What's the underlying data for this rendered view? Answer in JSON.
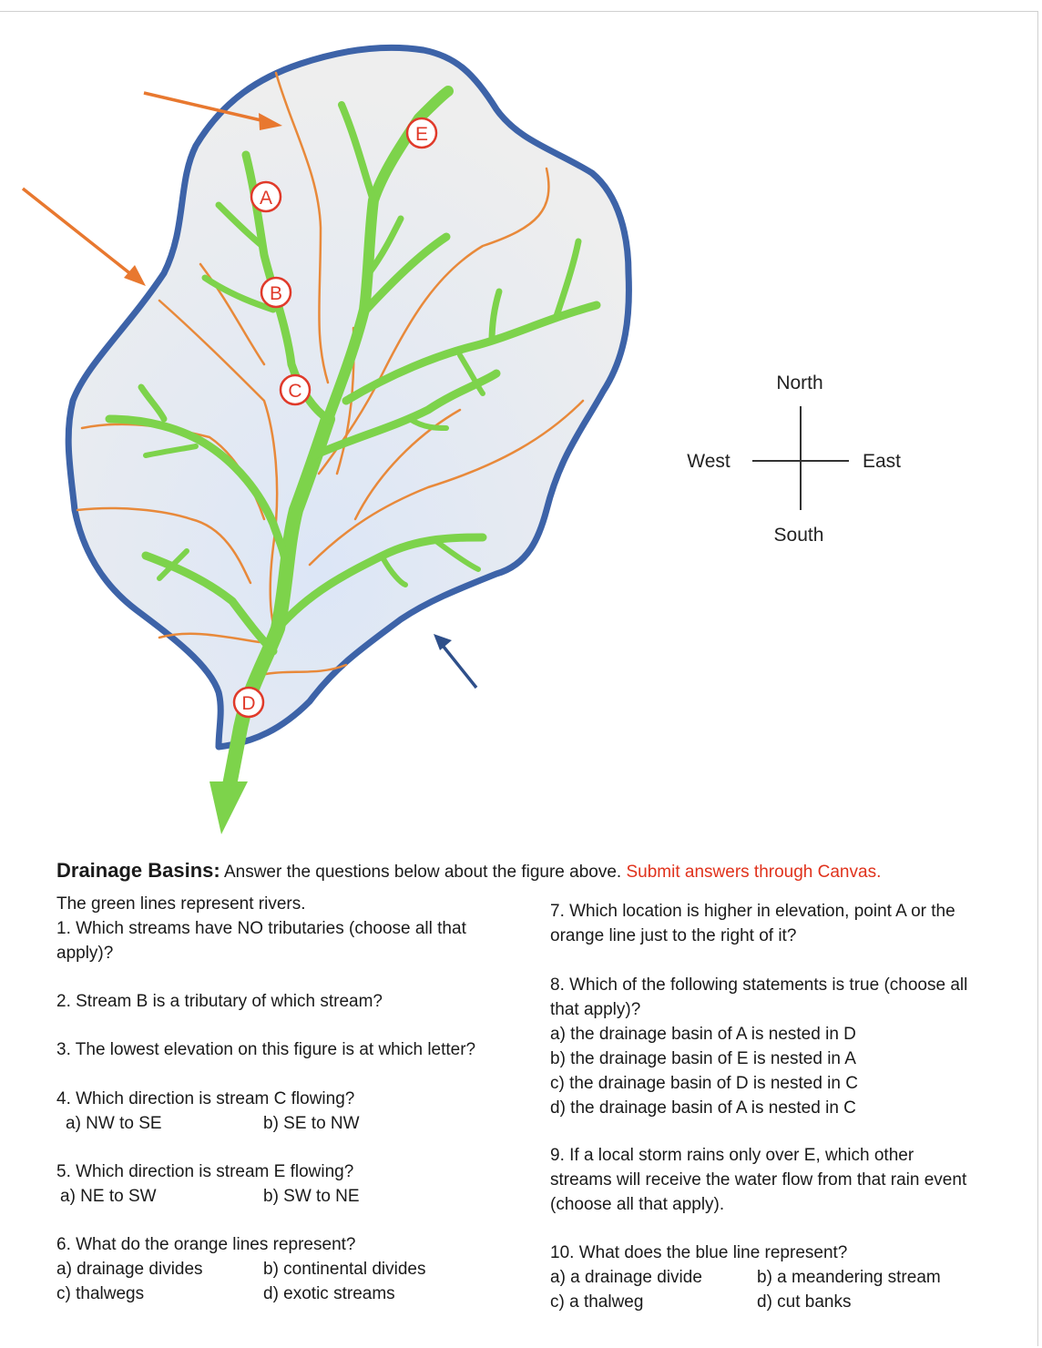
{
  "figure": {
    "labels": [
      "A",
      "B",
      "C",
      "D",
      "E"
    ],
    "compass": {
      "north": "North",
      "south": "South",
      "east": "East",
      "west": "West"
    },
    "colors": {
      "river": "#7dd34b",
      "divide": "#e8893a",
      "basin_outline": "#3d63a8",
      "basin_fill": "#e6ebf2",
      "arrow_orange": "#e8782f",
      "arrow_navy": "#2e4f8a",
      "label_ring": "#e03a2a"
    }
  },
  "heading": {
    "title": "Drainage Basins:",
    "subtitle": " Answer the questions below about the figure above. ",
    "instruction": "Submit answers through Canvas."
  },
  "intro": "The green lines represent rivers.",
  "questions": {
    "q1": "1. Which streams have NO tributaries (choose all that apply)?",
    "q2": "2. Stream B is a tributary of which stream?",
    "q3": "3. The lowest elevation on this figure is at which letter?",
    "q4": {
      "text": "4. Which direction is stream C flowing?",
      "a": "a) NW to SE",
      "b": "b) SE to NW"
    },
    "q5": {
      "text": "5. Which direction is stream E flowing?",
      "a": "a) NE to SW",
      "b": "b) SW to NE"
    },
    "q6": {
      "text": "6. What do the orange lines represent?",
      "a": "a) drainage divides",
      "b": "b) continental divides",
      "c": "c) thalwegs",
      "d": "d) exotic streams"
    },
    "q7": "7. Which location is higher in elevation, point A or the orange line just to the right of it?",
    "q8": {
      "text": "8. Which of the following statements is true (choose all that apply)?",
      "a": "a) the drainage basin of A is nested in D",
      "b": "b) the drainage basin of E is nested in A",
      "c": "c) the drainage basin of D is nested in C",
      "d": "d)  the drainage basin of A is nested in C"
    },
    "q9": "9. If a local storm rains only over E, which other streams will receive the water flow from that rain event (choose all that apply).",
    "q10": {
      "text": "10. What does the blue line represent?",
      "a": "a) a drainage divide",
      "b": "b) a meandering stream",
      "c": "c) a thalweg",
      "d": "d) cut banks"
    }
  }
}
